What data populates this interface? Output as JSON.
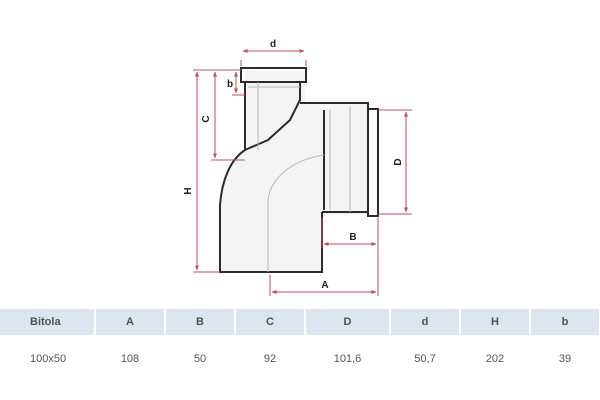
{
  "diagram": {
    "labels": {
      "d": "d",
      "b": "b",
      "C": "C",
      "D": "D",
      "H": "H",
      "B": "B",
      "A": "A"
    },
    "colors": {
      "outline": "#2b2b2b",
      "dimension": "#c8495a",
      "fill": "#f4f4f4",
      "header_bg": "#dde6f0"
    }
  },
  "table": {
    "headers": [
      "Bitola",
      "A",
      "B",
      "C",
      "D",
      "d",
      "H",
      "b"
    ],
    "rows": [
      [
        "100x50",
        "108",
        "50",
        "92",
        "101,6",
        "50,7",
        "202",
        "39"
      ]
    ]
  }
}
